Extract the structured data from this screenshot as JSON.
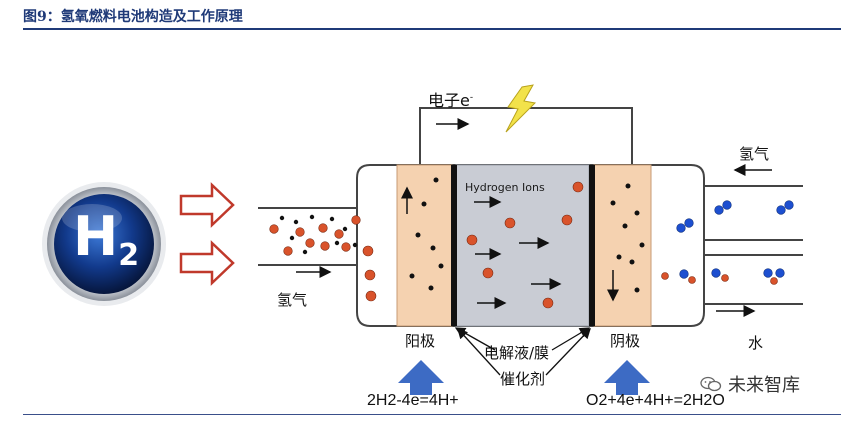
{
  "figure": {
    "title": "图9：氢氧燃料电池构造及工作原理"
  },
  "labels": {
    "electron": "电子e",
    "electron_sup": "-",
    "hydrogen_ions": "Hydrogen Ions",
    "hydrogen_in": "氢气",
    "oxygen_in": "氢气",
    "water_out": "水",
    "anode": "阳极",
    "cathode": "阴极",
    "electrolyte": "电解液/膜",
    "catalyst": "催化剂",
    "anode_eq": "2H2-4e=4H+",
    "cathode_eq": "O2+4e+4H+=2H2O",
    "h2_symbol": "H",
    "h2_sub": "2"
  },
  "watermark": {
    "text": "未来智库",
    "icon": "wechat-icon"
  },
  "colors": {
    "accent": "#1f3a78",
    "electrode": "#f5d2b0",
    "electrolyte": "#c9ccd4",
    "ion_red": "#d9532b",
    "oxygen_blue": "#1d4fd0",
    "input_arrow": "#c0392b",
    "lightning": "#f2e24a"
  }
}
